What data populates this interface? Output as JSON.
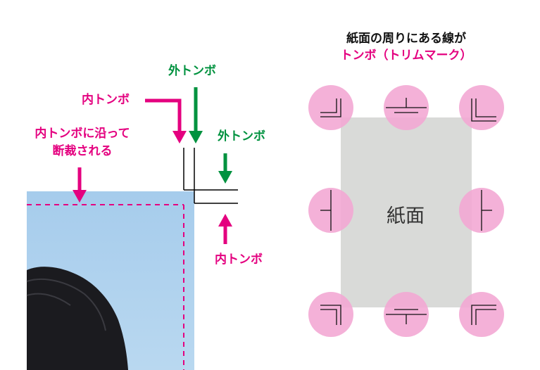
{
  "left": {
    "label_outer_top": "外トンボ",
    "label_inner_left": "内トンボ",
    "label_cut_line_1": "内トンボに沿って",
    "label_cut_line_2": "断裁される",
    "label_outer_right": "外トンボ",
    "label_inner_bottom": "内トンボ"
  },
  "right": {
    "caption_line1": "紙面の周りにある線が",
    "caption_line2": "トンボ（トリムマーク）",
    "paper_label": "紙面"
  },
  "colors": {
    "magenta": "#e4007f",
    "green": "#00923f",
    "circle": "#f2a6d3",
    "paper": "#d9dad8",
    "photo_sky": "#a9cfee"
  }
}
